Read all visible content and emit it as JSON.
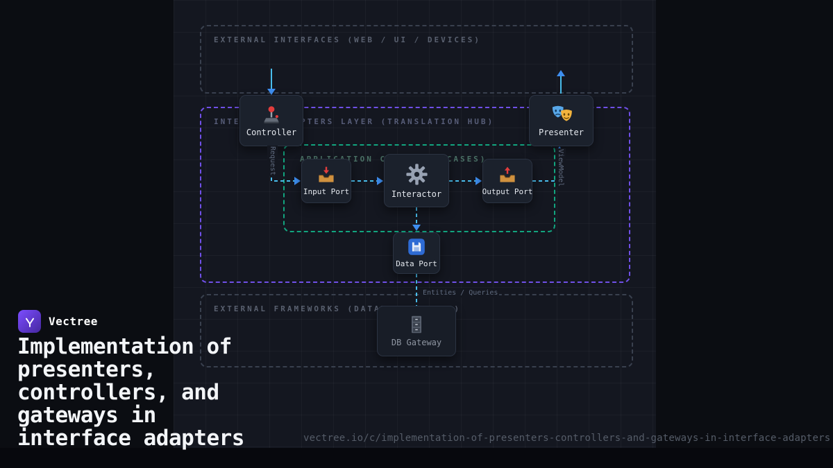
{
  "brand": {
    "name": "Vectree"
  },
  "title": "Implementation of presenters, controllers, and gateways in interface adapters",
  "url": "vectree.io/c/implementation-of-presenters-controllers-and-gateways-in-interface-adapters",
  "diagram": {
    "layers": {
      "external_interfaces": {
        "label": "EXTERNAL INTERFACES (WEB / UI / DEVICES)"
      },
      "interface_adapters": {
        "label": "INTERFACE ADAPTERS LAYER (TRANSLATION HUB)"
      },
      "application_core": {
        "label": "APPLICATION CORE (USE CASES)"
      },
      "external_frameworks": {
        "label": "EXTERNAL FRAMEWORKS (DATABASE / APIS)"
      }
    },
    "nodes": {
      "controller": {
        "label": "Controller",
        "icon": "joystick-icon"
      },
      "presenter": {
        "label": "Presenter",
        "icon": "theater-masks-icon"
      },
      "input_port": {
        "label": "Input Port",
        "icon": "inbox-tray-icon"
      },
      "interactor": {
        "label": "Interactor",
        "icon": "gear-icon"
      },
      "output_port": {
        "label": "Output Port",
        "icon": "outbox-tray-icon"
      },
      "data_port": {
        "label": "Data Port",
        "icon": "save-disk-icon"
      },
      "db_gateway": {
        "label": "DB Gateway",
        "icon": "file-cabinet-icon"
      }
    },
    "edge_labels": {
      "request": "Request",
      "view_model": "ViewModel",
      "entities_queries": "Entities / Queries"
    },
    "colors": {
      "accent_purple": "#7050e8",
      "accent_green": "#12a57f",
      "line_cyan": "#49bdec",
      "arrow_blue": "#3e8ef0",
      "layer_gray": "#39404e"
    }
  }
}
